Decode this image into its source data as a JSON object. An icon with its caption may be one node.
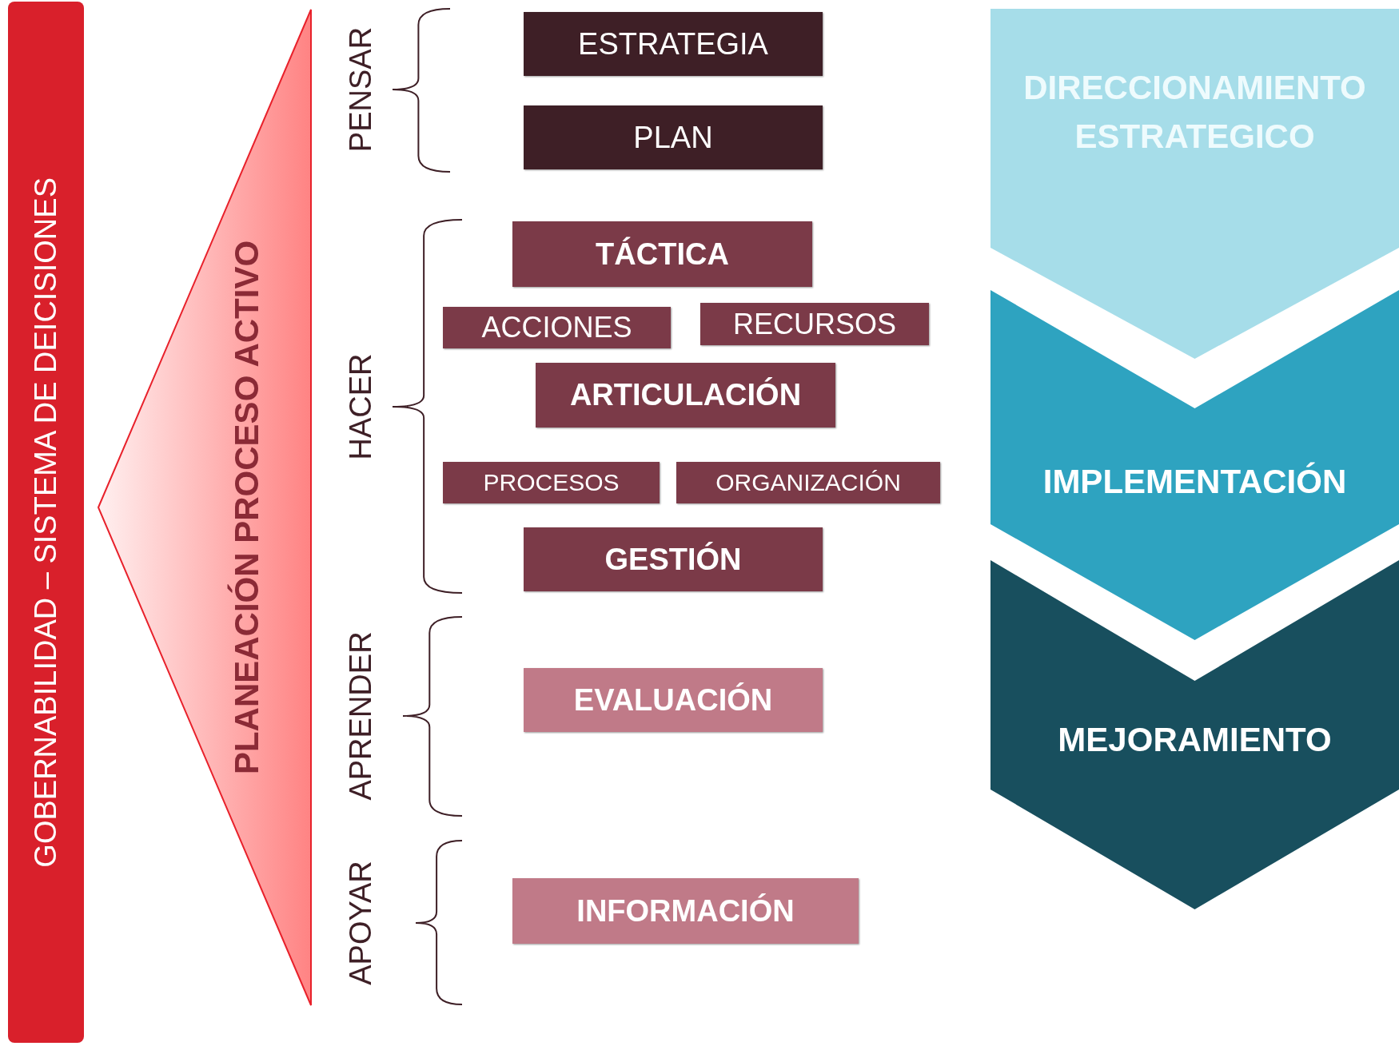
{
  "diagram": {
    "nodes": [
      {
        "text": [
          "GOBERNABILIDAD – SISTEMA DE DEICISIONES"
        ]
      },
      {
        "text": [
          "PLANEACIÓN PROCESO ACTIVO"
        ]
      },
      {
        "text": [
          "ESTRATEGIA"
        ]
      },
      {
        "text": [
          "PLAN"
        ]
      },
      {
        "text": [
          "TÁCTICA"
        ]
      },
      {
        "text": [
          "ACCIONES"
        ]
      },
      {
        "text": [
          "RECURSOS"
        ]
      },
      {
        "text": [
          "ARTICULACIÓN"
        ]
      },
      {
        "text": [
          "PROCESOS"
        ]
      },
      {
        "text": [
          "ORGANIZACIÓN"
        ]
      },
      {
        "text": [
          "GESTIÓN"
        ]
      },
      {
        "text": [
          "EVALUACIÓN"
        ]
      },
      {
        "text": [
          "INFORMACIÓN"
        ]
      },
      {
        "text": [
          "DIRECCIONAMIENTO ESTRATEGICO"
        ]
      },
      {
        "text": [
          "IMPLEMENTACIÓN"
        ]
      },
      {
        "text": [
          "MEJORAMIENTO"
        ]
      }
    ],
    "labels": [
      "PENSAR",
      "HACER",
      "APRENDER",
      "APOYAR"
    ]
  }
}
